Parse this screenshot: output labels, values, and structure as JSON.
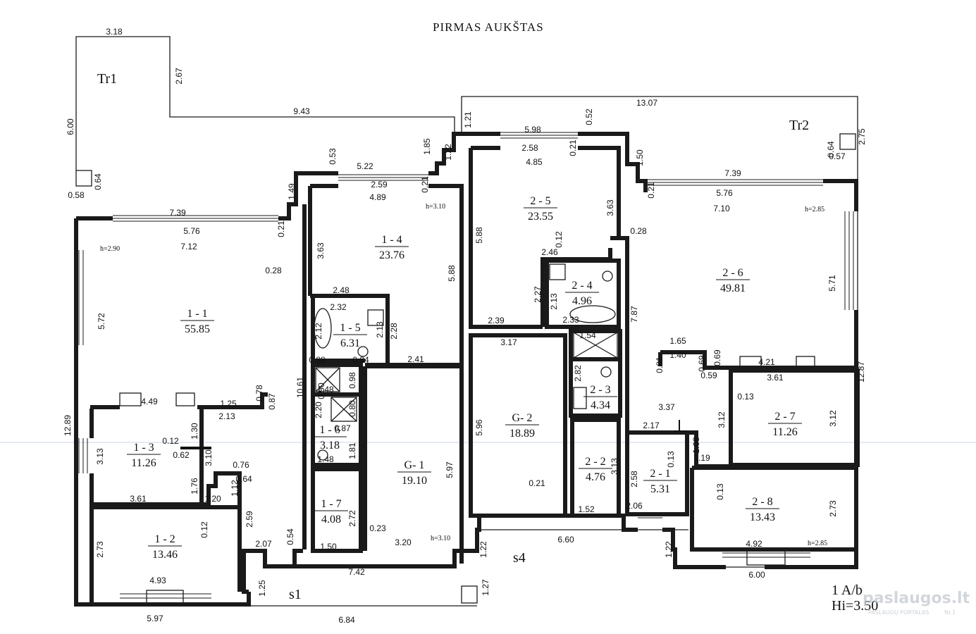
{
  "title": "PIRMAS AUKŠTAS",
  "terraces": [
    {
      "id": "tr1",
      "label": "Tr1"
    },
    {
      "id": "tr2",
      "label": "Tr2"
    }
  ],
  "exits": [
    {
      "id": "s1",
      "label": "s1"
    },
    {
      "id": "s4",
      "label": "s4"
    }
  ],
  "stamp": {
    "line1": "1 A/b",
    "line2": "Hi=3.50"
  },
  "watermark": {
    "brand": "paslaugos.lt",
    "tagline": "PASLAUGŲ PORTALAS",
    "badge": "Nr.1"
  },
  "ceiling_heights": [
    {
      "id": "h1",
      "text": "h=2.90"
    },
    {
      "id": "h2",
      "text": "h=3.10"
    },
    {
      "id": "h3",
      "text": "h=2.85"
    },
    {
      "id": "h4",
      "text": "h=3.10"
    },
    {
      "id": "h5",
      "text": "h=2.85"
    }
  ],
  "rooms": [
    {
      "id": "1-1",
      "code": "1 - 1",
      "area": "55.85"
    },
    {
      "id": "1-2",
      "code": "1 - 2",
      "area": "13.46"
    },
    {
      "id": "1-3",
      "code": "1 - 3",
      "area": "11.26"
    },
    {
      "id": "1-4",
      "code": "1 - 4",
      "area": "23.76"
    },
    {
      "id": "1-5",
      "code": "1 - 5",
      "area": "6.31"
    },
    {
      "id": "1-6",
      "code": "1 - 6",
      "area": "3.18"
    },
    {
      "id": "1-7",
      "code": "1 - 7",
      "area": "4.08"
    },
    {
      "id": "G-1",
      "code": "G- 1",
      "area": "19.10"
    },
    {
      "id": "G-2",
      "code": "G- 2",
      "area": "18.89"
    },
    {
      "id": "2-1",
      "code": "2 - 1",
      "area": "5.31"
    },
    {
      "id": "2-2",
      "code": "2 - 2",
      "area": "4.76"
    },
    {
      "id": "2-3",
      "code": "2 - 3",
      "area": "4.34"
    },
    {
      "id": "2-4",
      "code": "2 - 4",
      "area": "4.96"
    },
    {
      "id": "2-5",
      "code": "2 - 5",
      "area": "23.55"
    },
    {
      "id": "2-6",
      "code": "2 - 6",
      "area": "49.81"
    },
    {
      "id": "2-7",
      "code": "2 - 7",
      "area": "11.26"
    },
    {
      "id": "2-8",
      "code": "2 - 8",
      "area": "13.43"
    }
  ],
  "dimensions": [
    {
      "id": "d1",
      "text": "3.18"
    },
    {
      "id": "d2",
      "text": "2.67"
    },
    {
      "id": "d3",
      "text": "9.43"
    },
    {
      "id": "d4",
      "text": "6.00"
    },
    {
      "id": "d5",
      "text": "0.64"
    },
    {
      "id": "d6",
      "text": "0.58"
    },
    {
      "id": "d7",
      "text": "7.39"
    },
    {
      "id": "d8",
      "text": "5.76"
    },
    {
      "id": "d9",
      "text": "7.12"
    },
    {
      "id": "d10",
      "text": "0.21"
    },
    {
      "id": "d11",
      "text": "1.49"
    },
    {
      "id": "d12",
      "text": "0.53"
    },
    {
      "id": "d13",
      "text": "5.22"
    },
    {
      "id": "d14",
      "text": "2.59"
    },
    {
      "id": "d15",
      "text": "0.21"
    },
    {
      "id": "d16",
      "text": "4.89"
    },
    {
      "id": "d17",
      "text": "1.85"
    },
    {
      "id": "d18",
      "text": "1.22"
    },
    {
      "id": "d19",
      "text": "1.21"
    },
    {
      "id": "d20",
      "text": "13.07"
    },
    {
      "id": "d21",
      "text": "5.98"
    },
    {
      "id": "d22",
      "text": "0.52"
    },
    {
      "id": "d23",
      "text": "2.58"
    },
    {
      "id": "d24",
      "text": "0.21"
    },
    {
      "id": "d25",
      "text": "4.85"
    },
    {
      "id": "d26",
      "text": "1.50"
    },
    {
      "id": "d27",
      "text": "2.75"
    },
    {
      "id": "d28",
      "text": "0.64"
    },
    {
      "id": "d29",
      "text": "0.57"
    },
    {
      "id": "d30",
      "text": "7.39"
    },
    {
      "id": "d31",
      "text": "0.21"
    },
    {
      "id": "d32",
      "text": "5.76"
    },
    {
      "id": "d33",
      "text": "7.10"
    },
    {
      "id": "d34",
      "text": "3.63"
    },
    {
      "id": "d35",
      "text": "0.28"
    },
    {
      "id": "d36",
      "text": "5.88"
    },
    {
      "id": "d37",
      "text": "5.72"
    },
    {
      "id": "d38",
      "text": "2.48"
    },
    {
      "id": "d39",
      "text": "2.32"
    },
    {
      "id": "d40",
      "text": "2.12"
    },
    {
      "id": "d41",
      "text": "2.13"
    },
    {
      "id": "d42",
      "text": "2.28"
    },
    {
      "id": "d43",
      "text": "0.88"
    },
    {
      "id": "d44",
      "text": "0.84"
    },
    {
      "id": "d45",
      "text": "2.41"
    },
    {
      "id": "d46",
      "text": "3.63"
    },
    {
      "id": "d47",
      "text": "0.28"
    },
    {
      "id": "d48",
      "text": "5.88"
    },
    {
      "id": "d49",
      "text": "0.12"
    },
    {
      "id": "d50",
      "text": "2.46"
    },
    {
      "id": "d51",
      "text": "2.27"
    },
    {
      "id": "d52",
      "text": "2.13"
    },
    {
      "id": "d53",
      "text": "2.33"
    },
    {
      "id": "d54",
      "text": "2.39"
    },
    {
      "id": "d55",
      "text": "7.87"
    },
    {
      "id": "d56",
      "text": "5.71"
    },
    {
      "id": "d57",
      "text": "3.17"
    },
    {
      "id": "d58",
      "text": "1.54"
    },
    {
      "id": "d59",
      "text": "1.65"
    },
    {
      "id": "d60",
      "text": "1.40"
    },
    {
      "id": "d61",
      "text": "0.81"
    },
    {
      "id": "d62",
      "text": "0.69"
    },
    {
      "id": "d63",
      "text": "0.69"
    },
    {
      "id": "d64",
      "text": "4.21"
    },
    {
      "id": "d65",
      "text": "12.87"
    },
    {
      "id": "d66",
      "text": "0.59"
    },
    {
      "id": "d67",
      "text": "3.61"
    },
    {
      "id": "d68",
      "text": "0.90"
    },
    {
      "id": "d69",
      "text": "0.98"
    },
    {
      "id": "d70",
      "text": "1.48"
    },
    {
      "id": "d71",
      "text": "10.61"
    },
    {
      "id": "d72",
      "text": "2.20"
    },
    {
      "id": "d73",
      "text": "0.80"
    },
    {
      "id": "d74",
      "text": "0.87"
    },
    {
      "id": "d75",
      "text": "1.81"
    },
    {
      "id": "d76",
      "text": "1.48"
    },
    {
      "id": "d77",
      "text": "4.49"
    },
    {
      "id": "d78",
      "text": "1.25"
    },
    {
      "id": "d79",
      "text": "0.78"
    },
    {
      "id": "d80",
      "text": "0.87"
    },
    {
      "id": "d81",
      "text": "2.13"
    },
    {
      "id": "d82",
      "text": "12.89"
    },
    {
      "id": "d83",
      "text": "1.30"
    },
    {
      "id": "d84",
      "text": "0.12"
    },
    {
      "id": "d85",
      "text": "0.62"
    },
    {
      "id": "d86",
      "text": "3.10"
    },
    {
      "id": "d87",
      "text": "3.13"
    },
    {
      "id": "d88",
      "text": "1.76"
    },
    {
      "id": "d89",
      "text": "0.76"
    },
    {
      "id": "d90",
      "text": "0.64"
    },
    {
      "id": "d91",
      "text": "1.12"
    },
    {
      "id": "d92",
      "text": "1.20"
    },
    {
      "id": "d93",
      "text": "3.61"
    },
    {
      "id": "d94",
      "text": "2.59"
    },
    {
      "id": "d95",
      "text": "0.12"
    },
    {
      "id": "d96",
      "text": "2.73"
    },
    {
      "id": "d97",
      "text": "4.93"
    },
    {
      "id": "d98",
      "text": "5.97"
    },
    {
      "id": "d99",
      "text": "2.07"
    },
    {
      "id": "d100",
      "text": "0.54"
    },
    {
      "id": "d101",
      "text": "1.25"
    },
    {
      "id": "d102",
      "text": "7.42"
    },
    {
      "id": "d103",
      "text": "6.84"
    },
    {
      "id": "d104",
      "text": "2.72"
    },
    {
      "id": "d105",
      "text": "0.23"
    },
    {
      "id": "d106",
      "text": "1.50"
    },
    {
      "id": "d107",
      "text": "3.20"
    },
    {
      "id": "d108",
      "text": "5.97"
    },
    {
      "id": "d109",
      "text": "1.27"
    },
    {
      "id": "d110",
      "text": "1.22"
    },
    {
      "id": "d111",
      "text": "5.96"
    },
    {
      "id": "d112",
      "text": "0.21"
    },
    {
      "id": "d113",
      "text": "6.60"
    },
    {
      "id": "d114",
      "text": "2.82"
    },
    {
      "id": "d115",
      "text": "3.13"
    },
    {
      "id": "d116",
      "text": "1.52"
    },
    {
      "id": "d117",
      "text": "2.58"
    },
    {
      "id": "d118",
      "text": "2.17"
    },
    {
      "id": "d119",
      "text": "0.13"
    },
    {
      "id": "d120",
      "text": "2.06"
    },
    {
      "id": "d121",
      "text": "1.22"
    },
    {
      "id": "d122",
      "text": "3.37"
    },
    {
      "id": "d123",
      "text": "1.08"
    },
    {
      "id": "d124",
      "text": "1.19"
    },
    {
      "id": "d125",
      "text": "0.13"
    },
    {
      "id": "d126",
      "text": "0.13"
    },
    {
      "id": "d127",
      "text": "3.12"
    },
    {
      "id": "d128",
      "text": "3.12"
    },
    {
      "id": "d129",
      "text": "2.73"
    },
    {
      "id": "d130",
      "text": "4.92"
    },
    {
      "id": "d131",
      "text": "6.00"
    }
  ]
}
